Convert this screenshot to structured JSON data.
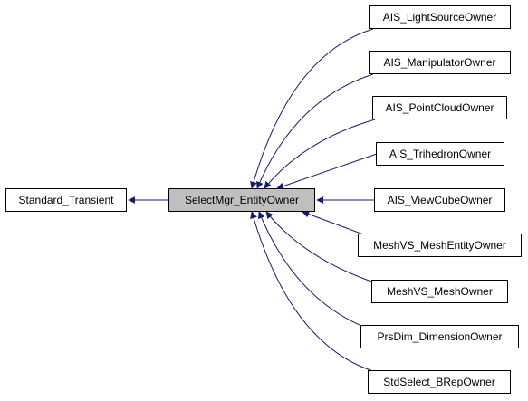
{
  "diagram": {
    "base": "Standard_Transient",
    "focus": "SelectMgr_EntityOwner",
    "derived": [
      "AIS_LightSourceOwner",
      "AIS_ManipulatorOwner",
      "AIS_PointCloudOwner",
      "AIS_TrihedronOwner",
      "AIS_ViewCubeOwner",
      "MeshVS_MeshEntityOwner",
      "MeshVS_MeshOwner",
      "PrsDim_DimensionOwner",
      "StdSelect_BRepOwner"
    ]
  },
  "colors": {
    "edge": "#191970",
    "node_border": "#000000",
    "focus_fill": "#bfbfbf",
    "node_fill": "#ffffff"
  }
}
